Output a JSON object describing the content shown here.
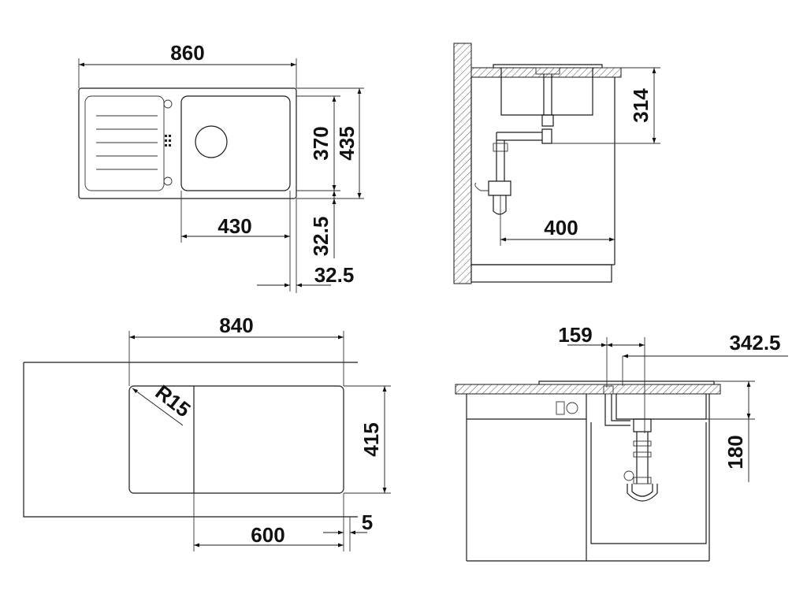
{
  "views": {
    "top_view": {
      "overall_width": "860",
      "bowl_width": "430",
      "bowl_depth": "370",
      "overall_depth": "435",
      "bowl_front_offset": "32.5",
      "bowl_side_offset": "32.5"
    },
    "side_view_right": {
      "drain_height": "314",
      "cabinet_depth": "400"
    },
    "cutout_view": {
      "cutout_width": "840",
      "corner_radius": "R15",
      "cutout_depth": "415",
      "bowl_cutout_width": "600",
      "edge_margin": "5"
    },
    "front_view": {
      "drain_offset": "159",
      "bowl_center_offset": "342.5",
      "bowl_depth_height": "180"
    }
  }
}
